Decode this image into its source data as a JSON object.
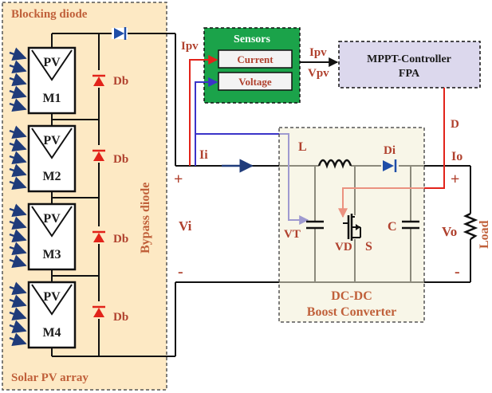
{
  "pv_array": {
    "title": "Solar PV array",
    "blocking_diode_label": "Blocking diode",
    "bypass_diode_label": "Bypass diode",
    "modules": [
      {
        "top": "PV",
        "bottom": "M1"
      },
      {
        "top": "PV",
        "bottom": "M2"
      },
      {
        "top": "PV",
        "bottom": "M3"
      },
      {
        "top": "PV",
        "bottom": "M4"
      }
    ],
    "bypass_diode_tag": "Db"
  },
  "sensors": {
    "title": "Sensors",
    "current_label": "Current",
    "voltage_label": "Voltage"
  },
  "controller": {
    "line1": "MPPT-Controller",
    "line2": "FPA"
  },
  "signals": {
    "ipv_in": "Ipv",
    "ipv_out": "Ipv",
    "vpv_out": "Vpv",
    "duty": "D"
  },
  "converter": {
    "title_line1": "DC-DC",
    "title_line2": "Boost Converter",
    "inductor": "L",
    "diode": "Di",
    "capacitor": "C",
    "switch": "S",
    "vt": "VT",
    "vd": "VD"
  },
  "circuit": {
    "ii": "Ii",
    "vi": "Vi",
    "io": "Io",
    "vo": "Vo",
    "load": "Load",
    "plus": "+",
    "minus": "-"
  },
  "colors": {
    "pv_box_bg": "#fde9c4",
    "sensors_bg": "#1ba34a",
    "controller_bg": "#dcd8ed",
    "converter_bg": "#f2eed6",
    "red_wire": "#e2231a",
    "blue_wire": "#3b34c9",
    "label_red": "#b0412e"
  }
}
